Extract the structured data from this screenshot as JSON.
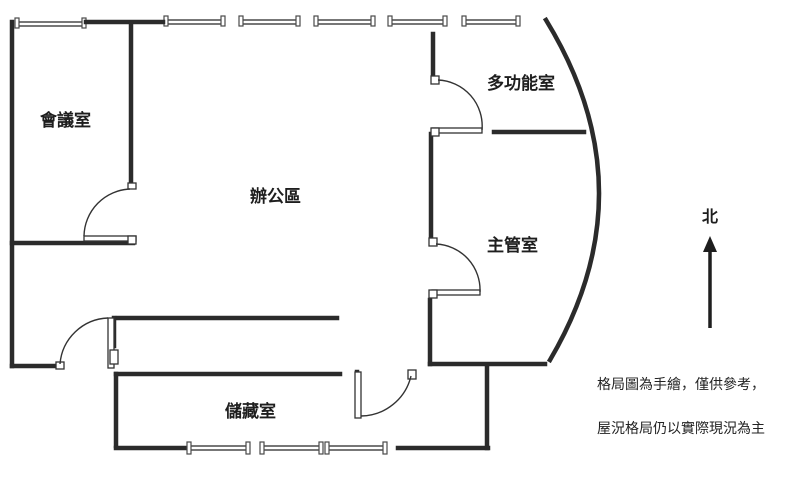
{
  "rooms": {
    "meeting": "會議室",
    "office": "辦公區",
    "multipurpose": "多功能室",
    "manager": "主管室",
    "storage": "儲藏室"
  },
  "compass": {
    "north_label": "北"
  },
  "notes": {
    "line1": "格局圖為手繪，僅供參考，",
    "line2": "屋況格局仍以實際現況為主"
  }
}
